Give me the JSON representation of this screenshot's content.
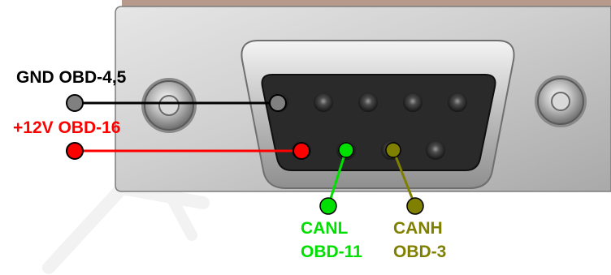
{
  "labels": {
    "gnd": "GND OBD-4,5",
    "v12": "+12V OBD-16",
    "canl_name": "CANL",
    "canl_pin": "OBD-11",
    "canh_name": "CANH",
    "canh_pin": "OBD-3"
  },
  "colors": {
    "gnd": "#000000",
    "gnd_marker": "#808080",
    "v12": "#ff0000",
    "canl": "#00e000",
    "canh": "#808000"
  }
}
